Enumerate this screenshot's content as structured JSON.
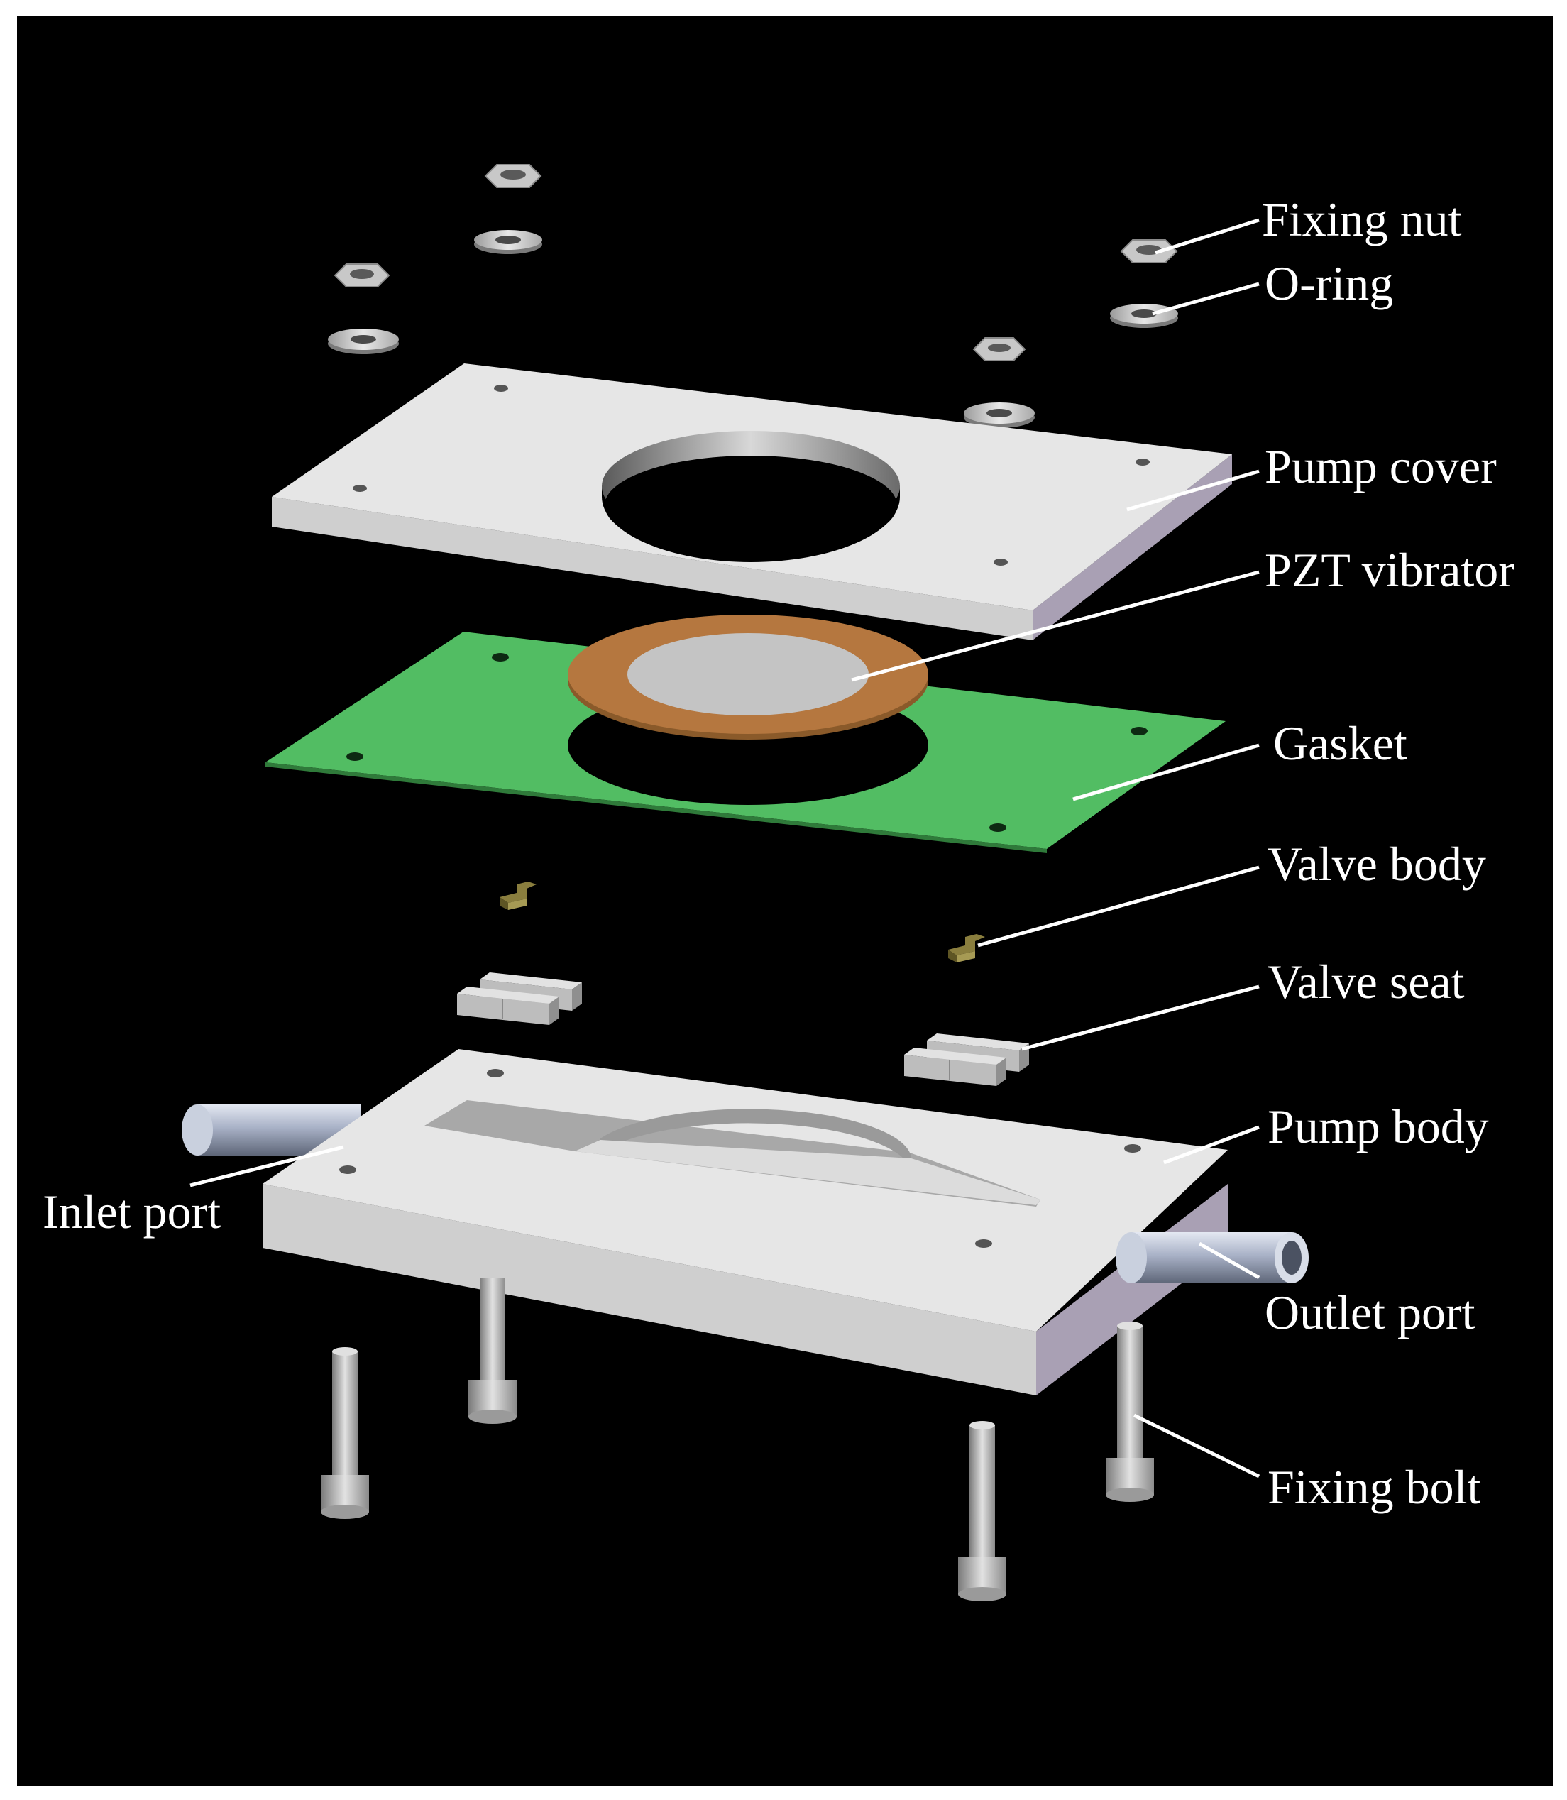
{
  "labels": {
    "fixing_nut": "Fixing nut",
    "o_ring": "O-ring",
    "pump_cover": "Pump cover",
    "pzt_vibrator": "PZT vibrator",
    "gasket": "Gasket",
    "valve_body": "Valve body",
    "valve_seat": "Valve seat",
    "pump_body": "Pump body",
    "inlet_port": "Inlet port",
    "outlet_port": "Outlet port",
    "fixing_bolt": "Fixing bolt"
  },
  "colors": {
    "background": "#000000",
    "frame": "#ffffff",
    "plate_top": "#e6e6e6",
    "plate_front": "#cfcfcf",
    "plate_side": "#a9a0b4",
    "gasket": "#52bd63",
    "pzt_ring": "#b5773f",
    "pzt_disc": "#c4c4c4",
    "valve_body": "#8a7e3e",
    "tube": "#a9b2c7",
    "label": "#ffffff"
  }
}
